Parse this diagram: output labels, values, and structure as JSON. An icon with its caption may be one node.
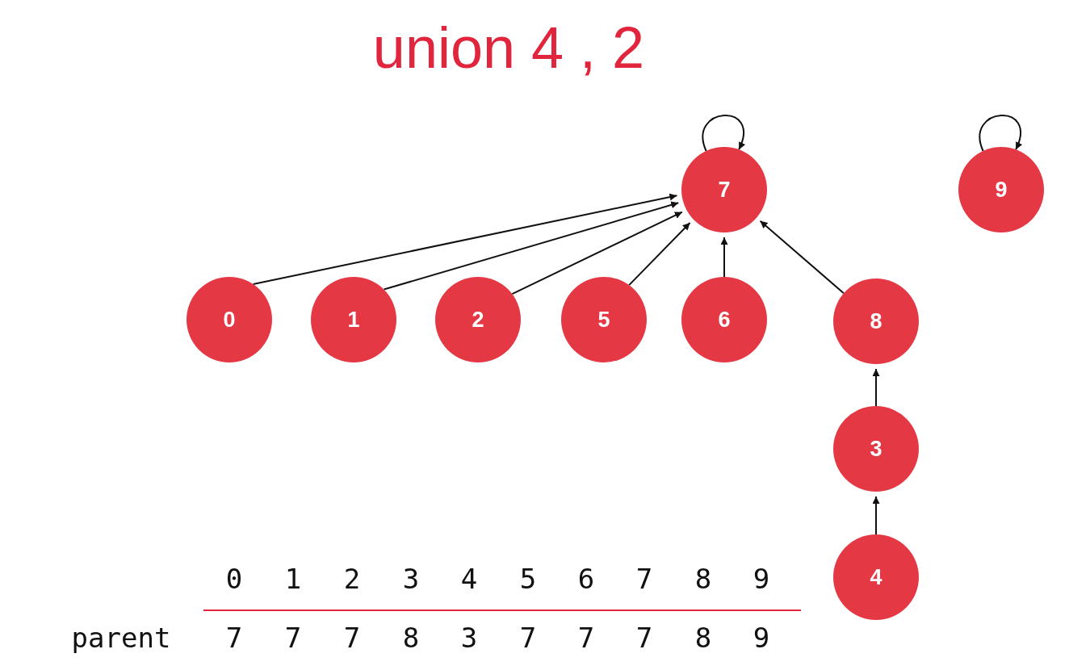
{
  "diagram": {
    "title": "union 4 , 2",
    "nodes": [
      {
        "text": [
          "7"
        ]
      },
      {
        "text": [
          "9"
        ]
      },
      {
        "text": [
          "0"
        ]
      },
      {
        "text": [
          "1"
        ]
      },
      {
        "text": [
          "2"
        ]
      },
      {
        "text": [
          "5"
        ]
      },
      {
        "text": [
          "6"
        ]
      },
      {
        "text": [
          "8"
        ]
      },
      {
        "text": [
          "3"
        ]
      },
      {
        "text": [
          "4"
        ]
      }
    ],
    "edges": [
      {
        "from": 0,
        "to": 0,
        "arrow": "to"
      },
      {
        "from": 1,
        "to": 1,
        "arrow": "to"
      },
      {
        "from": 2,
        "to": 0,
        "arrow": "to"
      },
      {
        "from": 3,
        "to": 0,
        "arrow": "to"
      },
      {
        "from": 4,
        "to": 0,
        "arrow": "to"
      },
      {
        "from": 5,
        "to": 0,
        "arrow": "to"
      },
      {
        "from": 6,
        "to": 0,
        "arrow": "to"
      },
      {
        "from": 7,
        "to": 0,
        "arrow": "to"
      },
      {
        "from": 8,
        "to": 7,
        "arrow": "to"
      },
      {
        "from": 9,
        "to": 8,
        "arrow": "to"
      }
    ],
    "labels": [
      "0",
      "1",
      "2",
      "3",
      "4",
      "5",
      "6",
      "7",
      "8",
      "9",
      "parent",
      "7",
      "7",
      "7",
      "8",
      "3",
      "7",
      "7",
      "7",
      "8",
      "9"
    ]
  }
}
